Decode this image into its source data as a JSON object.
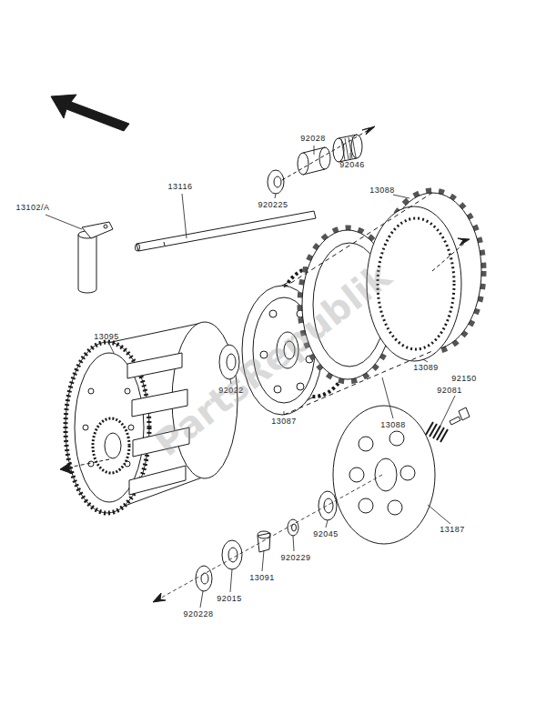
{
  "diagram": {
    "labels": [
      "13102/A",
      "13116",
      "92028",
      "92046",
      "920225",
      "13088",
      "13095",
      "92022",
      "13087",
      "13088",
      "13089",
      "92150",
      "92081",
      "13187",
      "92045",
      "920229",
      "13091",
      "92015",
      "920228",
      "PartsRepublik"
    ]
  }
}
